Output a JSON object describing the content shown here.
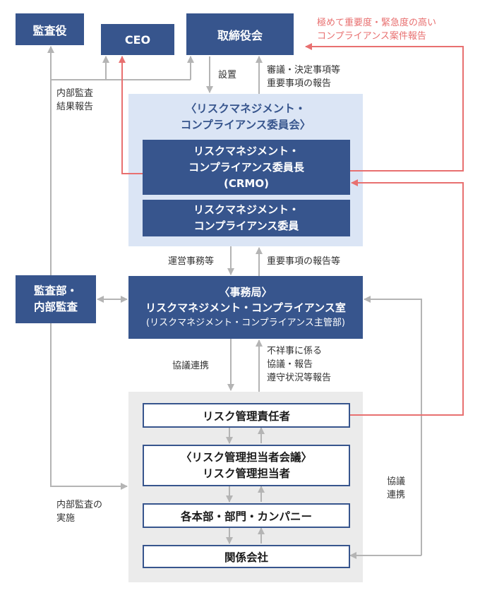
{
  "nodes": {
    "auditor": "監査役",
    "ceo": "CEO",
    "board": "取締役会",
    "committee": {
      "line1": "〈リスクマネジメント・",
      "line2": "コンプライアンス委員会〉"
    },
    "crmo": {
      "line1": "リスクマネジメント・",
      "line2": "コンプライアンス委員長",
      "line3": "(CRMO)"
    },
    "member": {
      "line1": "リスクマネジメント・",
      "line2": "コンプライアンス委員"
    },
    "secretariat": {
      "line1": "〈事務局〉",
      "line2": "リスクマネジメント・コンプライアンス室",
      "line3": "(リスクマネジメント・コンプライアンス主管部)"
    },
    "audit_dept": {
      "line1": "監査部・",
      "line2": "内部監査"
    },
    "risk_officer": "リスク管理責任者",
    "risk_staff": {
      "line1": "〈リスク管理担当者会議〉",
      "line2": "リスク管理担当者"
    },
    "divisions": "各本部・部門・カンパニー",
    "affiliates": "関係会社"
  },
  "labels": {
    "urgent": {
      "line1": "極めて重要度・緊急度の高い",
      "line2": "コンプライアンス案件報告"
    },
    "setup": "設置",
    "deliberation": {
      "line1": "審議・決定事項等",
      "line2": "重要事項の報告"
    },
    "internal_audit_report": {
      "line1": "内部監査",
      "line2": "結果報告"
    },
    "operations": "運営事務等",
    "important_report": "重要事項の報告等",
    "consult1": "協議連携",
    "misconduct": {
      "line1": "不祥事に係る",
      "line2": "協議・報告",
      "line3": "遵守状況等報告"
    },
    "internal_audit_exec": {
      "line1": "内部監査の",
      "line2": "実施"
    },
    "consult2": {
      "line1": "協議",
      "line2": "連携"
    }
  },
  "colors": {
    "navy": "#37558d",
    "light_blue": "#dbe5f5",
    "gray_panel": "#ebebeb",
    "red_arrow": "#e87070",
    "gray_arrow": "#b4b4b4"
  }
}
